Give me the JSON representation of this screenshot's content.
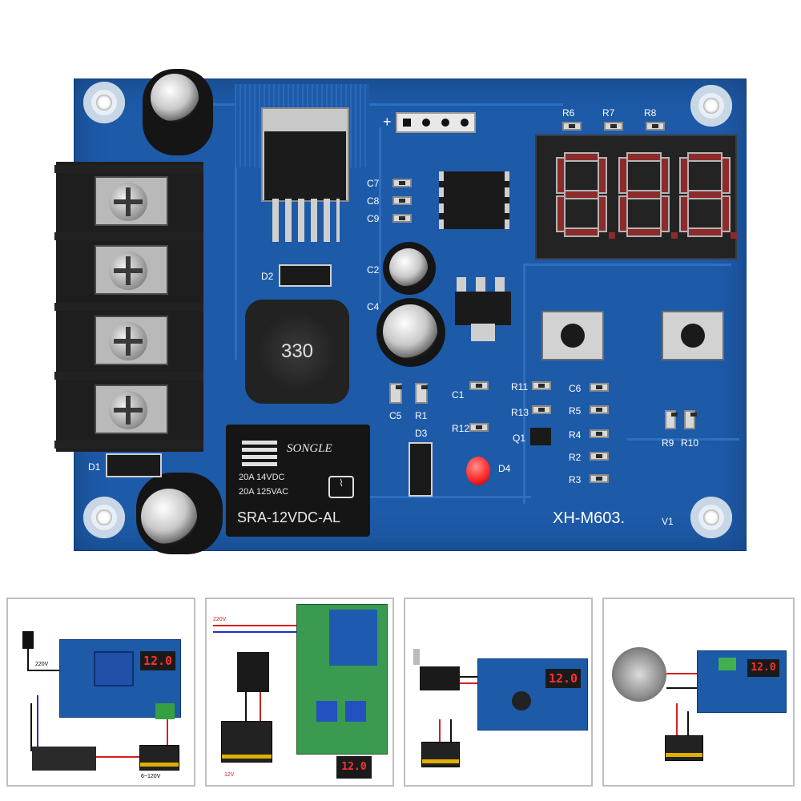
{
  "board": {
    "model": "XH-M603.",
    "version": "V1",
    "inductor": "330",
    "plus_sign": "+",
    "relay": {
      "brand": "SONGLE",
      "line1": "20A  14VDC",
      "line2": "20A  125VAC",
      "model": "SRA-12VDC-AL"
    },
    "labels": {
      "d1": "D1",
      "d2": "D2",
      "d3": "D3",
      "d4": "D4",
      "c1": "C1",
      "c2": "C2",
      "c4": "C4",
      "c5": "C5",
      "c6": "C6",
      "c7": "C7",
      "c8": "C8",
      "c9": "C9",
      "r1": "R1",
      "r2": "R2",
      "r3": "R3",
      "r4": "R4",
      "r5": "R5",
      "r6": "R6",
      "r7": "R7",
      "r8": "R8",
      "r9": "R9",
      "r10": "R10",
      "r11": "R11",
      "r12": "R12",
      "r13": "R13",
      "q1": "Q1"
    }
  },
  "thumbnails": [
    {
      "display": "12.0",
      "voltage_top": "220V",
      "voltage_bottom": "6~120V"
    },
    {
      "display": "12.0",
      "voltage_top": "220V",
      "voltage_bottom": "12V"
    },
    {
      "display": "12.0"
    },
    {
      "display": "12.0"
    }
  ],
  "colors": {
    "pcb": "#1d5aa8",
    "silkscreen": "#ffffff",
    "led": "#ff2a2a",
    "wire_red": "#d42020",
    "wire_blue": "#2030c0",
    "wire_black": "#111111"
  }
}
